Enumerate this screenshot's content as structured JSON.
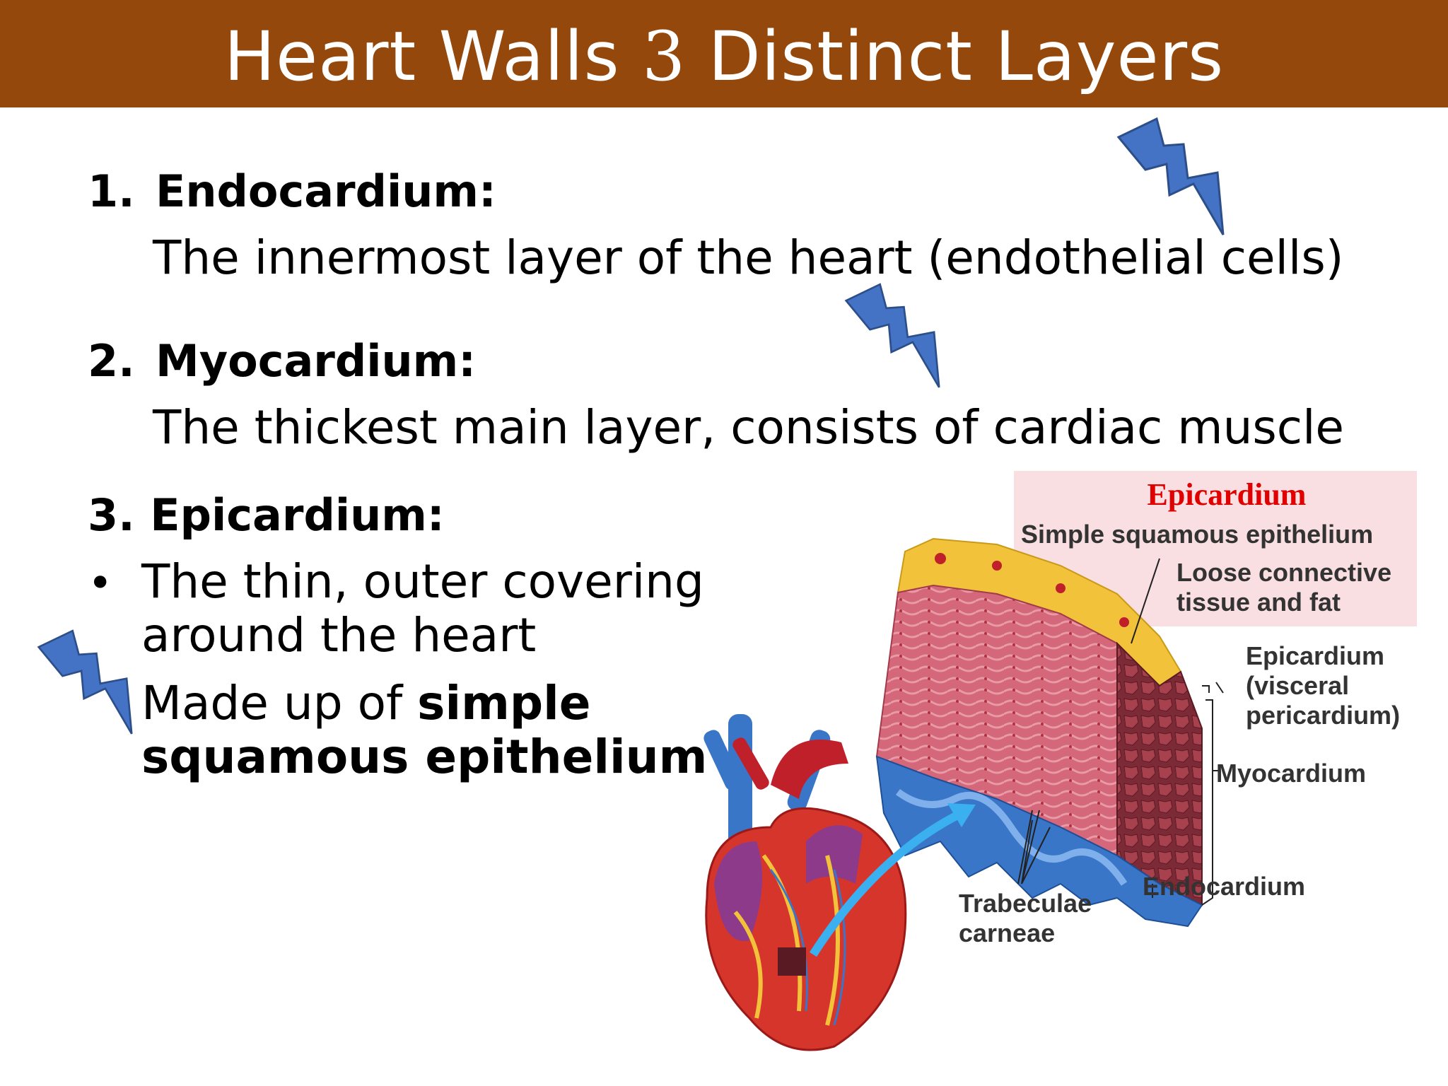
{
  "slide": {
    "title_part1": "Heart Walls ",
    "title_number": "3",
    "title_part2": " Distinct Layers"
  },
  "layers": [
    {
      "number": "1.",
      "name": "Endocardium:",
      "description": "The innermost layer of the heart (endothelial cells)"
    },
    {
      "number": "2.",
      "name": "Myocardium:",
      "description": "The thickest main layer, consists of cardiac muscle"
    },
    {
      "number": "3.",
      "name": "Epicardium:"
    }
  ],
  "epicardium_points": {
    "bullet_symbol": "•",
    "point1_line1": "The thin, outer covering",
    "point1_line2": "around the heart",
    "point2_plain": "Made up of ",
    "point2_bold_line1": "simple",
    "point2_bold_line2": "squamous epithelium"
  },
  "figure": {
    "box_title": "Epicardium",
    "box_line1": "Simple squamous epithelium",
    "box_line2a": "Loose connective",
    "box_line2b": "tissue and fat",
    "label_epi1": "Epicardium",
    "label_epi2": "(visceral",
    "label_epi3": "pericardium)",
    "label_myo": "Myocardium",
    "label_endo": "Endocardium",
    "label_trab1": "Trabeculae",
    "label_trab2": "carneae"
  },
  "colors": {
    "title_bar": "#95480c",
    "lightning": "#4472c4",
    "box_fill": "#f9dfe1",
    "box_title": "#e00000",
    "myocardium": "#c9566a",
    "fat": "#f2c23a",
    "vessel_blue": "#3a76c8",
    "vessel_red": "#c0202a"
  },
  "icons": [
    "lightning-bolt-icon",
    "lightning-bolt-icon",
    "lightning-bolt-icon"
  ]
}
